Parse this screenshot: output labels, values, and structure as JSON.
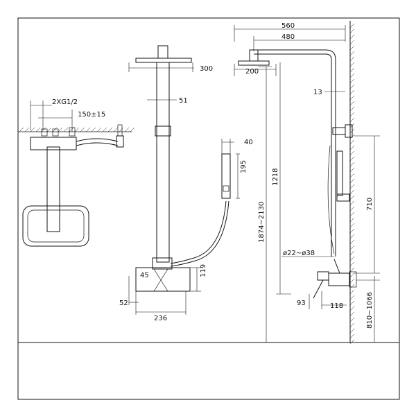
{
  "labels": {
    "width_total": "560",
    "arm_reach": "480",
    "head_offset": "200",
    "head_size": "300",
    "tube_gap": "13",
    "rail_dia": "51",
    "hand_width": "40",
    "hand_length": "195",
    "height_range": "1874~2130",
    "rail_height": "1218",
    "bracket_span": "710",
    "pipe_dia": "ø22~ø38",
    "valve_depth": "93",
    "valve_proj": "118",
    "install_height": "810~1066",
    "valve_height": "119",
    "valve_width": "236",
    "valve_offset": "52",
    "handle_angle": "45",
    "inlet_thread": "2XG1/2",
    "inlet_spacing": "150±15"
  }
}
